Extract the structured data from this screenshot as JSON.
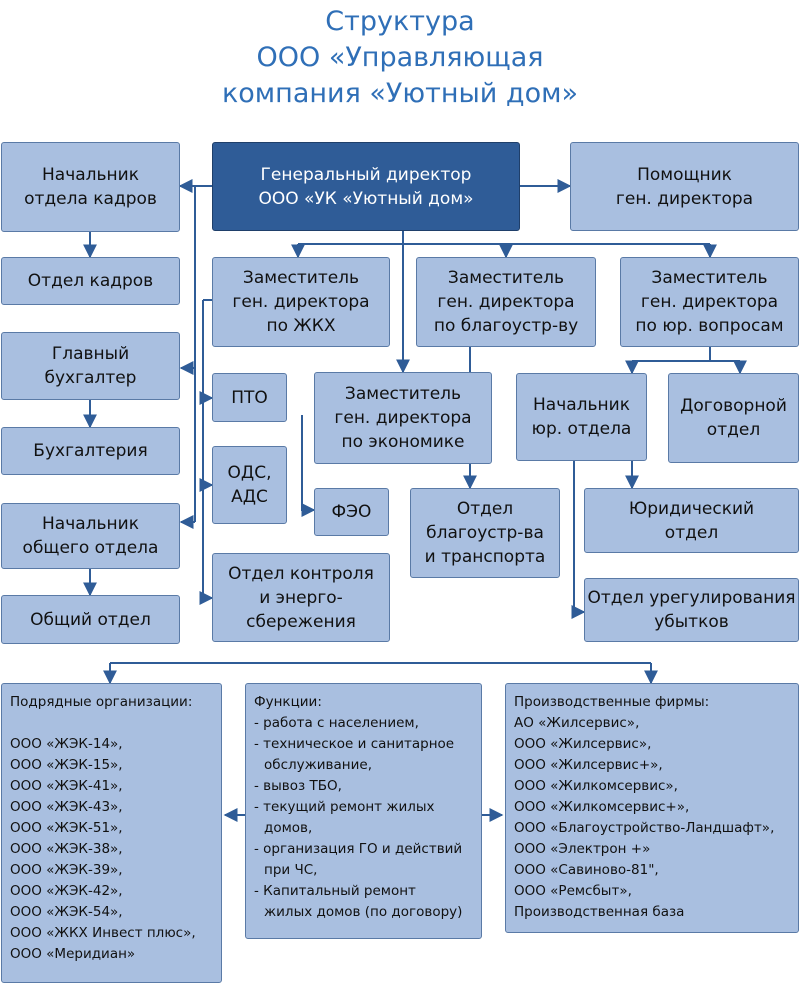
{
  "title": {
    "line1": "Структура",
    "line2": "ООО «Управляющая",
    "line3": "компания «Уютный дом»"
  },
  "nodes": {
    "ceo": "Генеральный директор\nООО «УК «Уютный дом»",
    "hr_head": "Начальник\nотдела кадров",
    "hr_dept": "Отдел кадров",
    "chief_accountant": "Главный\nбухгалтер",
    "accounting": "Бухгалтерия",
    "general_head": "Начальник\nобщего отдела",
    "general_dept": "Общий отдел",
    "assistant": "Помощник\nген. директора",
    "dep_housing": "Заместитель\nген. директора\nпо ЖКХ",
    "dep_improvement": "Заместитель\nген. директора\nпо благоустр-ву",
    "dep_legal": "Заместитель\nген. директора\nпо юр. вопросам",
    "pto": "ПТО",
    "ods": "ОДС,\nАДС",
    "control_energy": "Отдел контроля\nи энерго-\nсбережения",
    "dep_economy": "Заместитель\nген. директора\nпо экономике",
    "feo": "ФЭО",
    "improvement_transport": "Отдел\nблагоустр-ва\nи транспорта",
    "legal_head": "Начальник\nюр. отдела",
    "contract_dept": "Договорной\nотдел",
    "legal_dept": "Юридический\nотдел",
    "claims_dept": "Отдел урегулирования\nубытков"
  },
  "contractors": {
    "heading": "Подрядные организации:",
    "items": [
      "ООО «ЖЭК-14»,",
      "ООО «ЖЭК-15»,",
      "ООО «ЖЭК-41»,",
      "ООО «ЖЭК-43»,",
      "ООО «ЖЭК-51»,",
      "ООО «ЖЭК-38»,",
      "ООО «ЖЭК-39»,",
      "ООО «ЖЭК-42»,",
      "ООО «ЖЭК-54»,",
      "ООО «ЖКХ Инвест плюс»,",
      "ООО «Меридиан»"
    ]
  },
  "functions": {
    "heading": "Функции:",
    "items": [
      "- работа с населением,",
      "- техническое и санитарное\nобслуживание,",
      "- вывоз ТБО,",
      "- текущий ремонт жилых\nдомов,",
      "- организация ГО и действий\nпри ЧС,",
      "- Капитальный ремонт\nжилых домов (по договору)"
    ]
  },
  "production": {
    "heading": "Производственные фирмы:",
    "items": [
      "АО «Жилсервис»,",
      "ООО «Жилсервис»,",
      "ООО «Жилсервис+»,",
      "ООО «Жилкомсервис»,",
      "ООО «Жилкомсервис+»,",
      "ООО «Благоустройство-Ландшафт»,",
      "ООО «Электрон +»",
      "ООО «Савиново-81\",",
      "ООО «Ремсбыт»,",
      "Производственная база"
    ]
  },
  "colors": {
    "box_fill": "#a9bfe0",
    "ceo_fill": "#2f5c97",
    "line": "#2f5c97",
    "title": "#2f6fb7"
  }
}
